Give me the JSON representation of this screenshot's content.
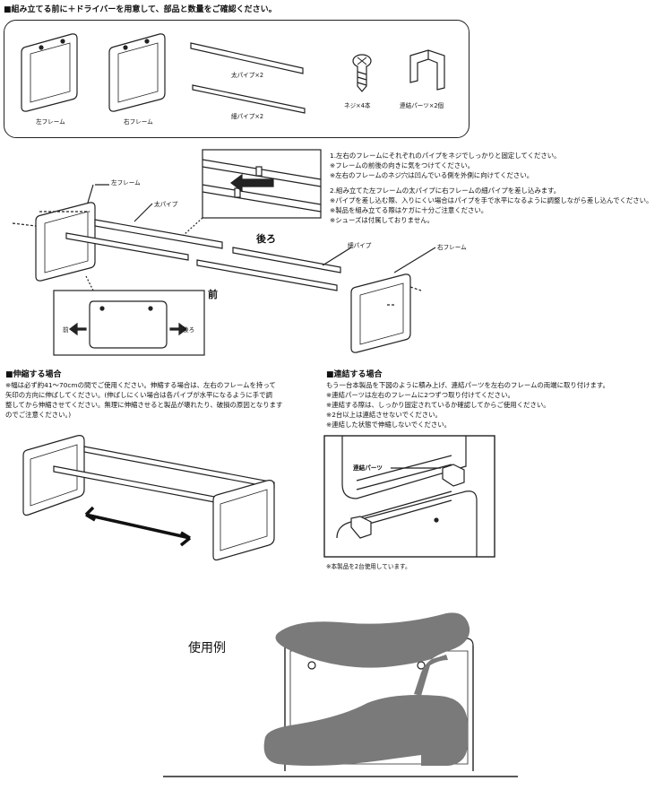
{
  "parts_header": "■組み立てる前に＋ドライバーを用意して、部品と数量をご確認ください。",
  "parts": {
    "left_frame": "左フレーム",
    "right_frame": "右フレーム",
    "thick_pipe": "太パイプ×2",
    "thin_pipe": "細パイプ×2",
    "screw": "ネジ×4本",
    "connector": "連結パーツ×2個"
  },
  "assembly": {
    "left_frame": "左フレーム",
    "thick_pipe": "太パイプ",
    "thin_pipe": "細パイプ",
    "right_frame": "右フレーム",
    "back": "後ろ",
    "front": "前",
    "inset_front": "前",
    "inset_back": "後ろ"
  },
  "instructions": [
    "1.左右のフレームにそれぞれのパイプをネジでしっかりと固定してください。",
    "※フレームの前後の向きに気をつけてください。",
    "※左右のフレームのネジ穴は凹んでいる側を外側に向けてください。",
    "",
    "2.組み立てた左フレームの太パイプに右フレームの細パイプを差し込みます。",
    "※パイプを差し込む際、入りにくい場合はパイプを手で水平になるように調整しながら差し込んでください。",
    "※製品を組み立てる際はケガに十分ご注意ください。",
    "※シューズは付属しておりません。"
  ],
  "extend": {
    "header": "■伸縮する場合",
    "lines": [
      "※幅は必ず約41～70cmの間でご使用ください。伸縮する場合は、左右のフレームを持って",
      "矢印の方向に伸ばしてください。(伸ばしにくい場合は各パイプが水平になるように手で調",
      "整してから伸縮させてください。無理に伸縮させると製品が壊れたり、破損の原因となります",
      "のでご注意ください。)"
    ]
  },
  "connect": {
    "header": "■連結する場合",
    "lines": [
      "もう一台本製品を下図のように積み上げ、連結パーツを左右のフレームの両端に取り付けます。",
      "※連結パーツは左右のフレームに2つずつ取り付けてください。",
      "※連結する際は、しっかり固定されているか確認してからご使用ください。",
      "※2台以上は連結させないでください。",
      "※連結した状態で伸縮しないでください。"
    ],
    "part_label": "連結パーツ",
    "note": "※本製品を2台使用しています。"
  },
  "usage_label": "使用例"
}
